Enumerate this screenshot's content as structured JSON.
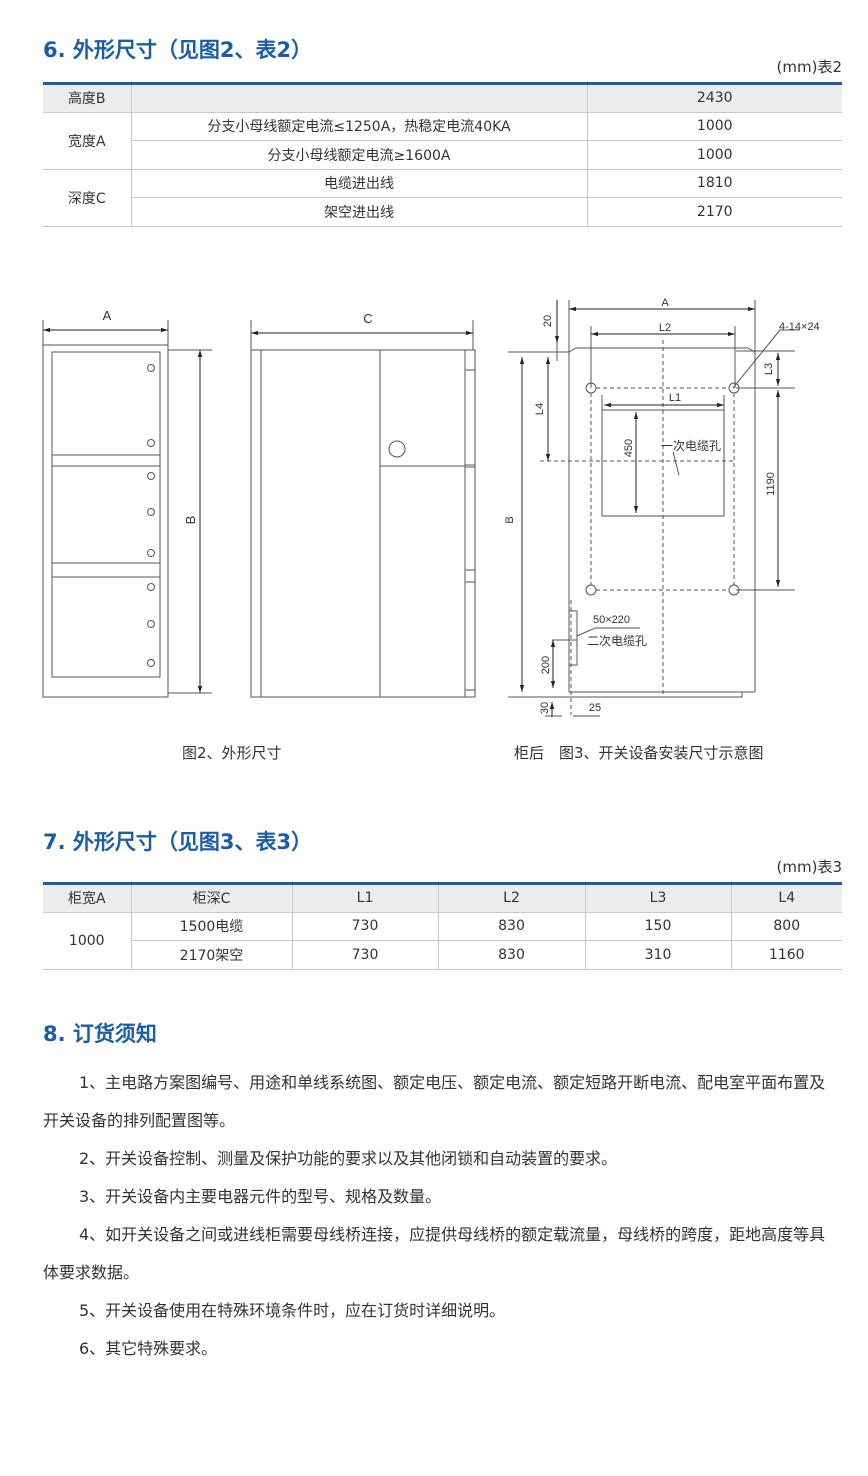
{
  "s6": {
    "title": "6. 外形尺寸（见图2、表2）",
    "unit": "(mm)表2",
    "rows": {
      "height_label": "高度B",
      "height_val": "2430",
      "width_label": "宽度A",
      "w1_desc": "分支小母线额定电流≤1250A，热稳定电流40KA",
      "w1_val": "1000",
      "w2_desc": "分支小母线额定电流≥1600A",
      "w2_val": "1000",
      "depth_label": "深度C",
      "d1_desc": "电缆进出线",
      "d1_val": "1810",
      "d2_desc": "架空进出线",
      "d2_val": "2170"
    }
  },
  "fig": {
    "A": "A",
    "B": "B",
    "C": "C",
    "L1": "L1",
    "L2": "L2",
    "L3": "L3",
    "L4": "L4",
    "d20": "20",
    "d450": "450",
    "d1190": "1190",
    "d200": "200",
    "d30": "30",
    "d25": "25",
    "holes": "4-14×24",
    "hole2_size": "50×220",
    "primary": "一次电缆孔",
    "secondary": "二次电缆孔",
    "cap2": "图2、外形尺寸",
    "cap3": "柜后　图3、开关设备安装尺寸示意图"
  },
  "s7": {
    "title": "7. 外形尺寸（见图3、表3）",
    "unit": "(mm)表3",
    "headers": [
      "柜宽A",
      "柜深C",
      "L1",
      "L2",
      "L3",
      "L4"
    ],
    "width": "1000",
    "rows": [
      [
        "1500电缆",
        "730",
        "830",
        "150",
        "800"
      ],
      [
        "2170架空",
        "730",
        "830",
        "310",
        "1160"
      ]
    ]
  },
  "s8": {
    "title": "8. 订货须知",
    "items": [
      "1、主电路方案图编号、用途和单线系统图、额定电压、额定电流、额定短路开断电流、配电室平面布置及开关设备的排列配置图等。",
      "2、开关设备控制、测量及保护功能的要求以及其他闭锁和自动装置的要求。",
      "3、开关设备内主要电器元件的型号、规格及数量。",
      "4、如开关设备之间或进线柜需要母线桥连接，应提供母线桥的额定载流量，母线桥的跨度，距地高度等具体要求数据。",
      "5、开关设备使用在特殊环境条件时，应在订货时详细说明。",
      "6、其它特殊要求。"
    ]
  }
}
